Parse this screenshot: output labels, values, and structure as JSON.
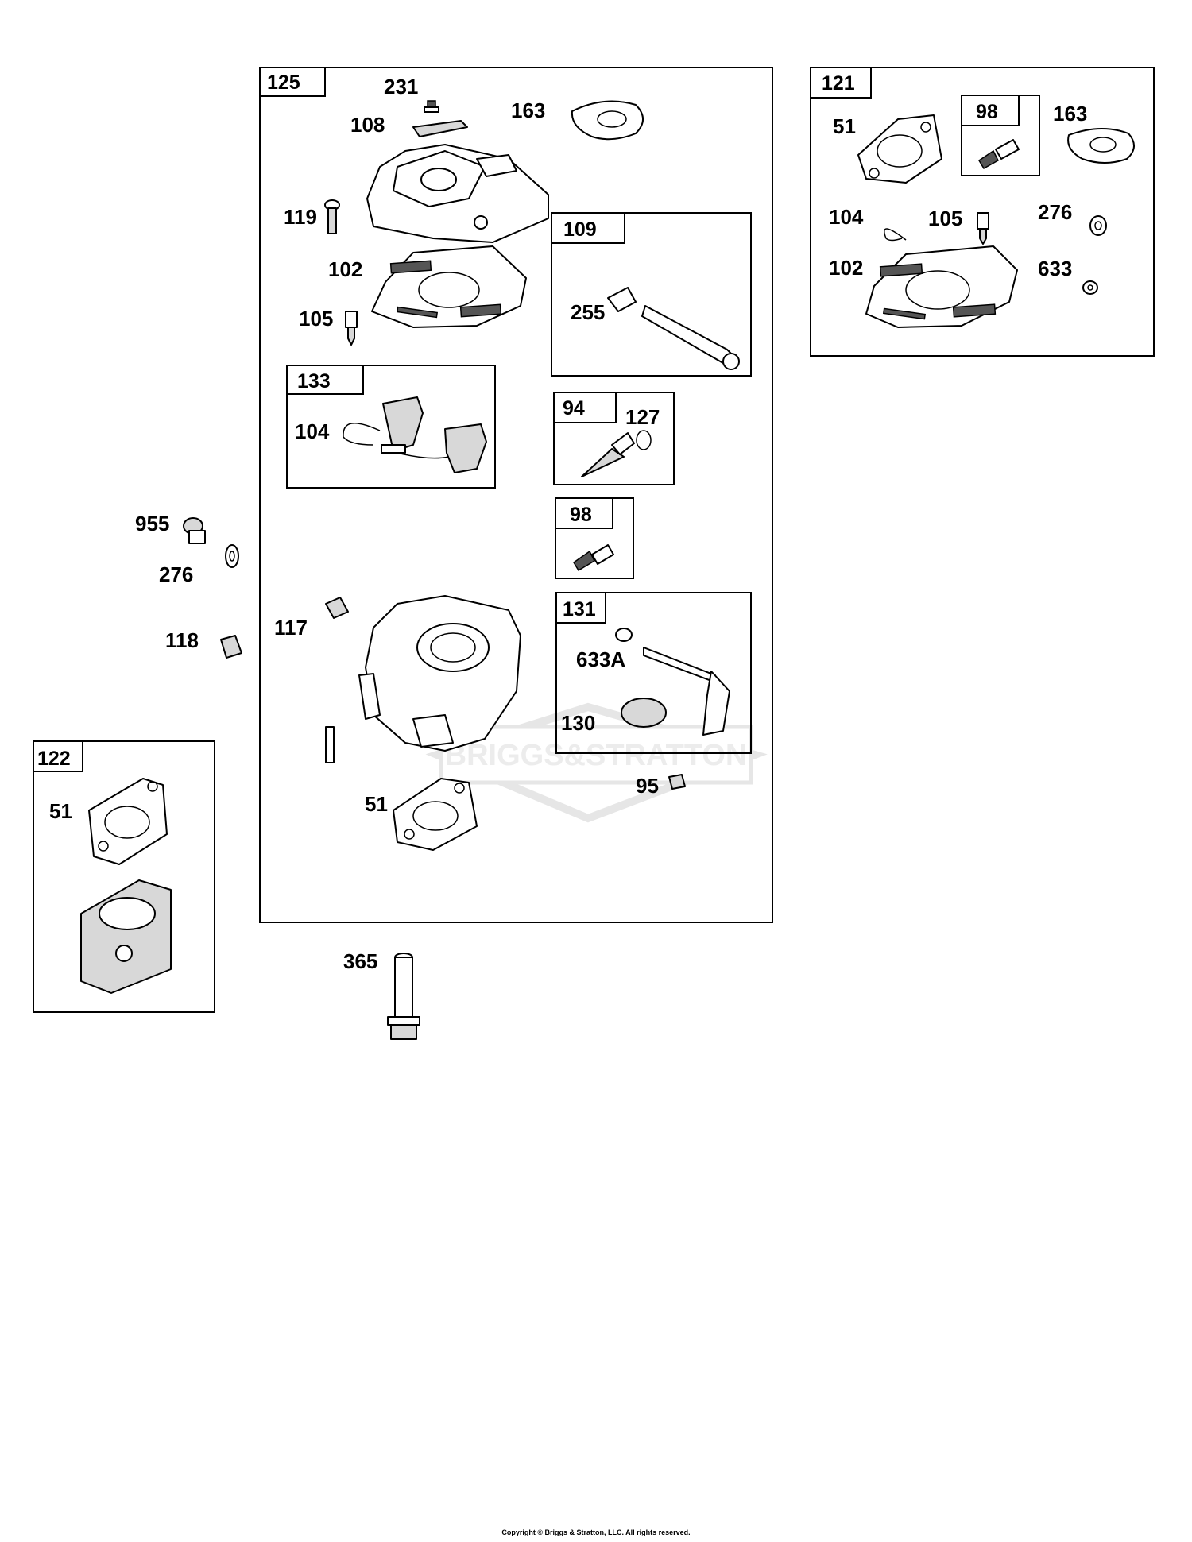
{
  "diagram": {
    "watermark": "BRIGGS&STRATTON",
    "boxes": {
      "box_125": "125",
      "box_109": "109",
      "box_133": "133",
      "box_94": "94",
      "box_98_main": "98",
      "box_131": "131",
      "box_121": "121",
      "box_98_kit": "98",
      "box_122": "122"
    },
    "labels": {
      "p231": "231",
      "p108": "108",
      "p163_main": "163",
      "p119": "119",
      "p102_main": "102",
      "p105_main": "105",
      "p255": "255",
      "p104_main": "104",
      "p127": "127",
      "p955": "955",
      "p276_side": "276",
      "p117": "117",
      "p118": "118",
      "p633A": "633A",
      "p130": "130",
      "p95": "95",
      "p51_main": "51",
      "p51_kit": "51",
      "p163_kit": "163",
      "p104_kit": "104",
      "p105_kit": "105",
      "p276_kit": "276",
      "p102_kit": "102",
      "p633": "633",
      "p51_122": "51",
      "p365": "365"
    }
  },
  "footer": {
    "copyright": "Copyright © Briggs & Stratton, LLC. All rights reserved."
  }
}
